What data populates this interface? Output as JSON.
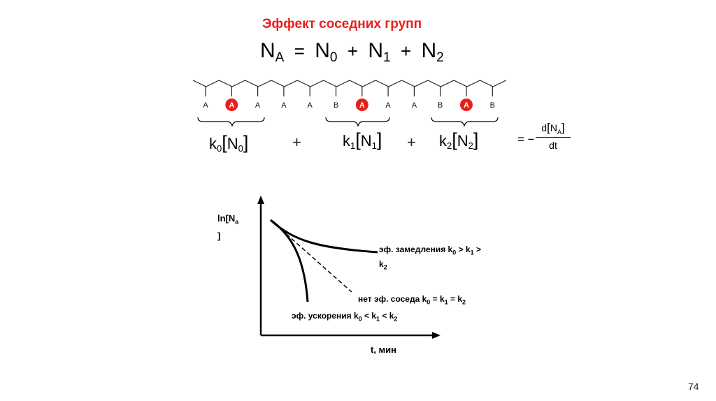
{
  "slide": {
    "title": "Эффект соседних групп",
    "page_number": "74"
  },
  "equation": {
    "lhs": "N",
    "lhs_sub": "A",
    "t0": "N",
    "t0_sub": "0",
    "t1": "N",
    "t1_sub": "1",
    "t2": "N",
    "t2_sub": "2",
    "op_eq": "=",
    "op_plus": "+"
  },
  "chain": {
    "labels": [
      "A",
      "A",
      "A",
      "A",
      "A",
      "B",
      "A",
      "A",
      "A",
      "B",
      "A",
      "B"
    ],
    "highlighted": [
      false,
      true,
      false,
      false,
      false,
      false,
      true,
      false,
      false,
      false,
      true,
      false
    ],
    "highlight_color": "#e8201c"
  },
  "rate_terms": {
    "k0": "k",
    "k0_sub": "0",
    "n0": "N",
    "n0_sub": "0",
    "k1": "k",
    "k1_sub": "1",
    "n1": "N",
    "n1_sub": "1",
    "k2": "k",
    "k2_sub": "2",
    "n2": "N",
    "n2_sub": "2",
    "plus": "+",
    "rhs_prefix": "= −",
    "rhs_num": "d",
    "rhs_num_n": "N",
    "rhs_num_sub": "A",
    "rhs_den": "dt"
  },
  "graph": {
    "y_label": "ln[N",
    "y_label_sub": "a",
    "y_label_end": "]",
    "x_label": "t, мин",
    "curves": {
      "slow": {
        "text": "эф. замедления k",
        "s0": "0",
        "m1": " > k",
        "s1": "1",
        "m2": " >",
        "l2": "k",
        "s2": "2"
      },
      "none": {
        "text": "нет эф. соседа k",
        "s0": "0",
        "m1": " = k",
        "s1": "1",
        "m2": " = k",
        "s2": "2"
      },
      "fast": {
        "text": "эф. ускорения k",
        "s0": "0",
        "m1": " < k",
        "s1": "1",
        "m2": " < k",
        "s2": "2"
      }
    }
  }
}
